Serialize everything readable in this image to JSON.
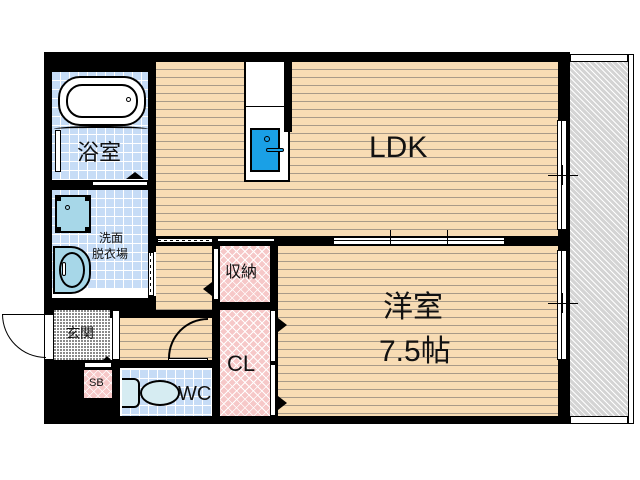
{
  "floorplan": {
    "rooms": {
      "ldk": {
        "label": "LDK"
      },
      "western_room": {
        "label": "洋室",
        "size": "7.5帖"
      },
      "bathroom": {
        "label": "浴室"
      },
      "washroom": {
        "label_line1": "洗面",
        "label_line2": "脱衣場"
      },
      "storage": {
        "label": "収納"
      },
      "closet": {
        "label": "CL"
      },
      "entrance": {
        "label": "玄関"
      },
      "shoe_box": {
        "label": "SB"
      },
      "toilet": {
        "label": "WC"
      },
      "balcony": {
        "label": ""
      }
    },
    "colors": {
      "wall": "#000000",
      "wood_floor": "#f8dcb4",
      "tile_floor": "#c6dcf6",
      "storage_fill": "#f6c8c8",
      "balcony_fill": "#d4d4d4",
      "kitchen_sink": "#1aa0e6"
    }
  }
}
